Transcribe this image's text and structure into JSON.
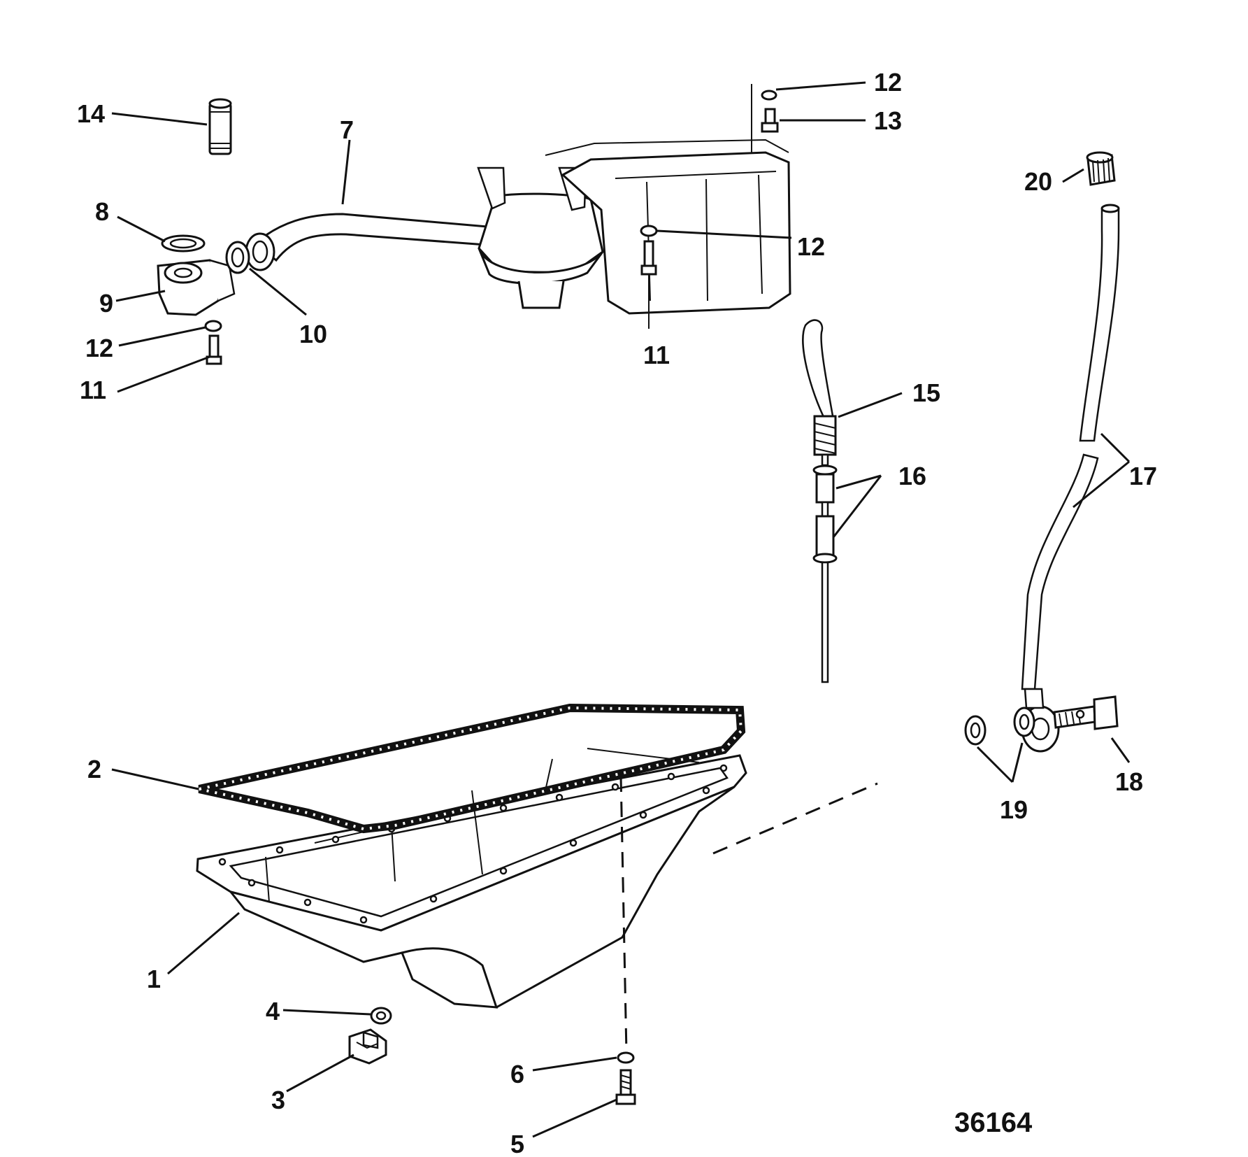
{
  "figure_number": "36164",
  "callouts": [
    {
      "id": "c1",
      "label": "1"
    },
    {
      "id": "c2",
      "label": "2"
    },
    {
      "id": "c3",
      "label": "3"
    },
    {
      "id": "c4",
      "label": "4"
    },
    {
      "id": "c5",
      "label": "5"
    },
    {
      "id": "c6",
      "label": "6"
    },
    {
      "id": "c7",
      "label": "7"
    },
    {
      "id": "c8",
      "label": "8"
    },
    {
      "id": "c9",
      "label": "9"
    },
    {
      "id": "c10",
      "label": "10"
    },
    {
      "id": "c11a",
      "label": "11"
    },
    {
      "id": "c11b",
      "label": "11"
    },
    {
      "id": "c12a",
      "label": "12"
    },
    {
      "id": "c12b",
      "label": "12"
    },
    {
      "id": "c12c",
      "label": "12"
    },
    {
      "id": "c13",
      "label": "13"
    },
    {
      "id": "c14",
      "label": "14"
    },
    {
      "id": "c15",
      "label": "15"
    },
    {
      "id": "c16",
      "label": "16"
    },
    {
      "id": "c17",
      "label": "17"
    },
    {
      "id": "c18",
      "label": "18"
    },
    {
      "id": "c19",
      "label": "19"
    },
    {
      "id": "c20",
      "label": "20"
    }
  ]
}
